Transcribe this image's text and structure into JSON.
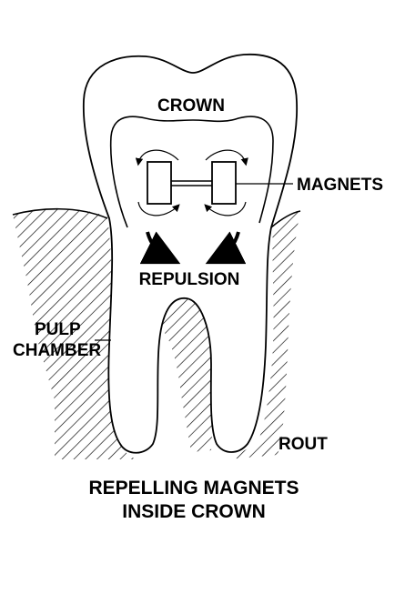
{
  "diagram": {
    "labels": {
      "crown": "CROWN",
      "magnets": "MAGNETS",
      "repulsion": "REPULSION",
      "pulp_line1": "PULP",
      "pulp_line2": "CHAMBER",
      "root": "ROUT"
    },
    "caption": {
      "line1": "REPELLING MAGNETS",
      "line2": "INSIDE CROWN"
    },
    "colors": {
      "ink": "#000000",
      "background": "#ffffff"
    }
  }
}
